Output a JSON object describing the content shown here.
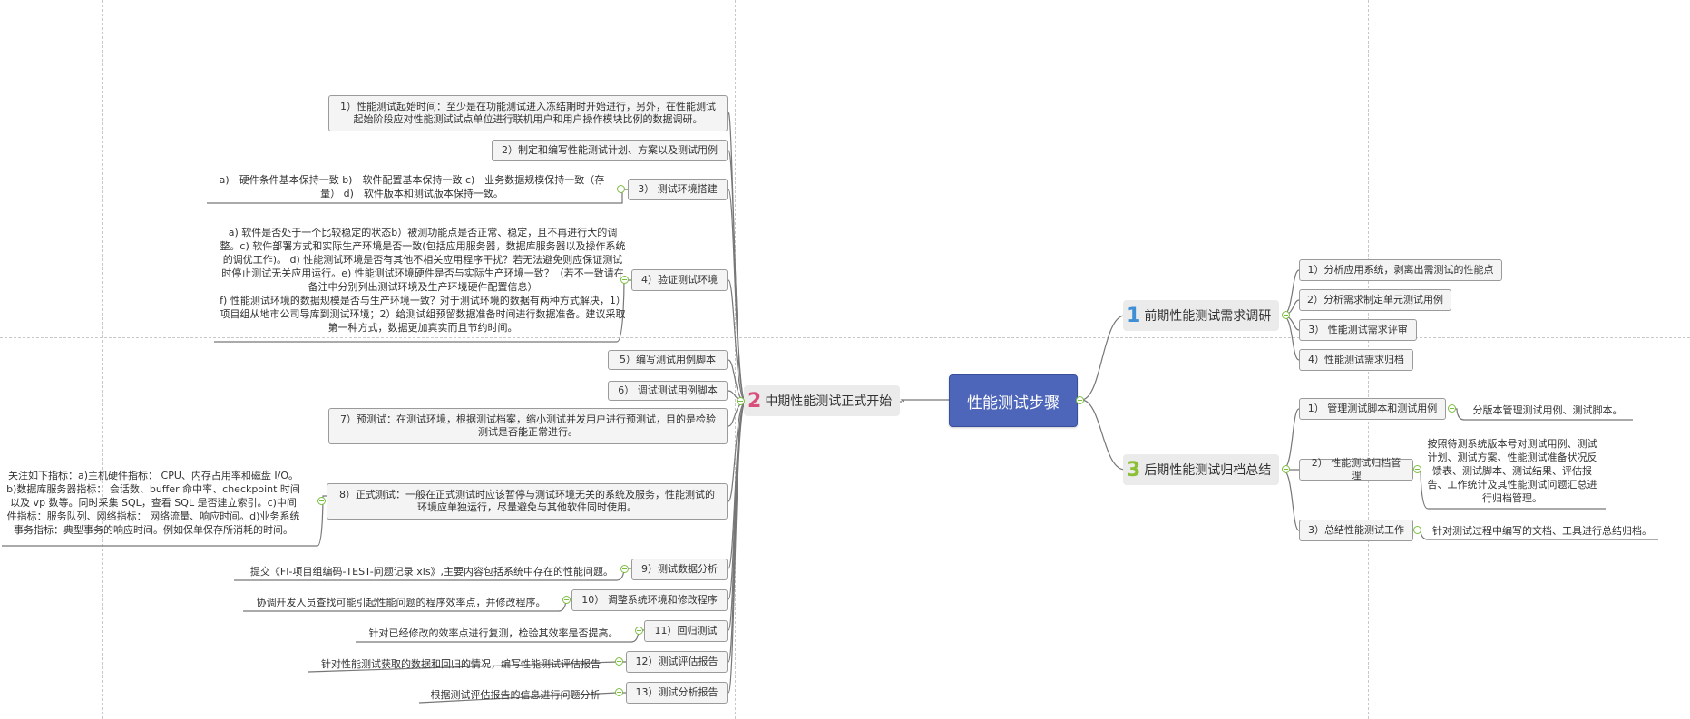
{
  "colors": {
    "central": "#4d66b9",
    "line": "#777777",
    "toggle": "#7bbf3f"
  },
  "central": {
    "label": "性能测试步骤"
  },
  "mid": {
    "num": "2",
    "label": "中期性能测试正式开始",
    "items": [
      {
        "label": "1）性能测试起始时间：至少是在功能测试进入冻结期时开始进行，另外，在性能测试起始阶段应对性能测试试点单位进行联机用户和用户操作模块比例的数据调研。"
      },
      {
        "label": "2）制定和编写性能测试计划、方案以及测试用例"
      },
      {
        "label": "3） 测试环境搭建",
        "note": "a)　硬件条件基本保持一致 b)　软件配置基本保持一致 c)　业务数据规模保持一致（存量） d)　软件版本和测试版本保持一致。"
      },
      {
        "label": "4）验证测试环境",
        "note": "a) 软件是否处于一个比较稳定的状态b）被测功能点是否正常、稳定，且不再进行大的调整。c) 软件部署方式和实际生产环境是否一致(包括应用服务器，数据库服务器以及操作系统的调优工作)。 d) 性能测试环境是否有其他不相关应用程序干扰？若无法避免则应保证测试时停止测试无关应用运行。e) 性能测试环境硬件是否与实际生产环境一致？（若不一致请在备注中分别列出测试环境及生产环境硬件配置信息）\nf) 性能测试环境的数据规模是否与生产环境一致？对于测试环境的数据有两种方式解决，1）项目组从地市公司导库到测试环境；2）给测试组预留数据准备时间进行数据准备。建议采取第一种方式，数据更加真实而且节约时间。"
      },
      {
        "label": "5）编写测试用例脚本"
      },
      {
        "label": "6） 调试测试用例脚本"
      },
      {
        "label": "7）预测试：在测试环境，根据测试档案，缩小测试并发用户进行预测试，目的是检验测试是否能正常进行。"
      },
      {
        "label": "8）正式测试：一般在正式测试时应该暂停与测试环境无关的系统及服务，性能测试的环境应单独运行，尽量避免与其他软件同时使用。",
        "note": "关注如下指标：a)主机硬件指标： CPU、内存占用率和磁盘 I/O。b)数据库服务器指标： 会话数、buffer 命中率、checkpoint 时间以及 vp 数等。同时采集 SQL，查看 SQL 是否建立索引。c)中间件指标：服务队列、网络指标： 网络流量、响应时间。d)业务系统事务指标：典型事务的响应时间。例如保单保存所消耗的时间。"
      },
      {
        "label": "9）测试数据分析",
        "note": "提交《FI-项目组编码-TEST-问题记录.xls》,主要内容包括系统中存在的性能问题。"
      },
      {
        "label": "10） 调整系统环境和修改程序",
        "note": "协调开发人员查找可能引起性能问题的程序效率点，并修改程序。"
      },
      {
        "label": "11）回归测试",
        "note": "针对已经修改的效率点进行复测，检验其效率是否提高。"
      },
      {
        "label": "12）测试评估报告",
        "note": "针对性能测试获取的数据和回归的情况，编写性能测试评估报告"
      },
      {
        "label": "13）测试分析报告",
        "note": "根据测试评估报告的信息进行问题分析"
      }
    ]
  },
  "early": {
    "num": "1",
    "label": "前期性能测试需求调研",
    "items": [
      {
        "label": "1）分析应用系统，剥离出需测试的性能点"
      },
      {
        "label": "2）分析需求制定单元测试用例"
      },
      {
        "label": "3） 性能测试需求评审"
      },
      {
        "label": "4）性能测试需求归档"
      }
    ]
  },
  "late": {
    "num": "3",
    "label": "后期性能测试归档总结",
    "items": [
      {
        "label": "1） 管理测试脚本和测试用例",
        "note": "分版本管理测试用例、测试脚本。"
      },
      {
        "label": "2） 性能测试归档管理",
        "note": "按照待测系统版本号对测试用例、测试计划、测试方案、性能测试准备状况反馈表、测试脚本、测试结果、评估报告、工作统计及其性能测试问题汇总进行归档管理。"
      },
      {
        "label": "3）总结性能测试工作",
        "note": "针对测试过程中编写的文档、工具进行总结归档。"
      }
    ]
  }
}
